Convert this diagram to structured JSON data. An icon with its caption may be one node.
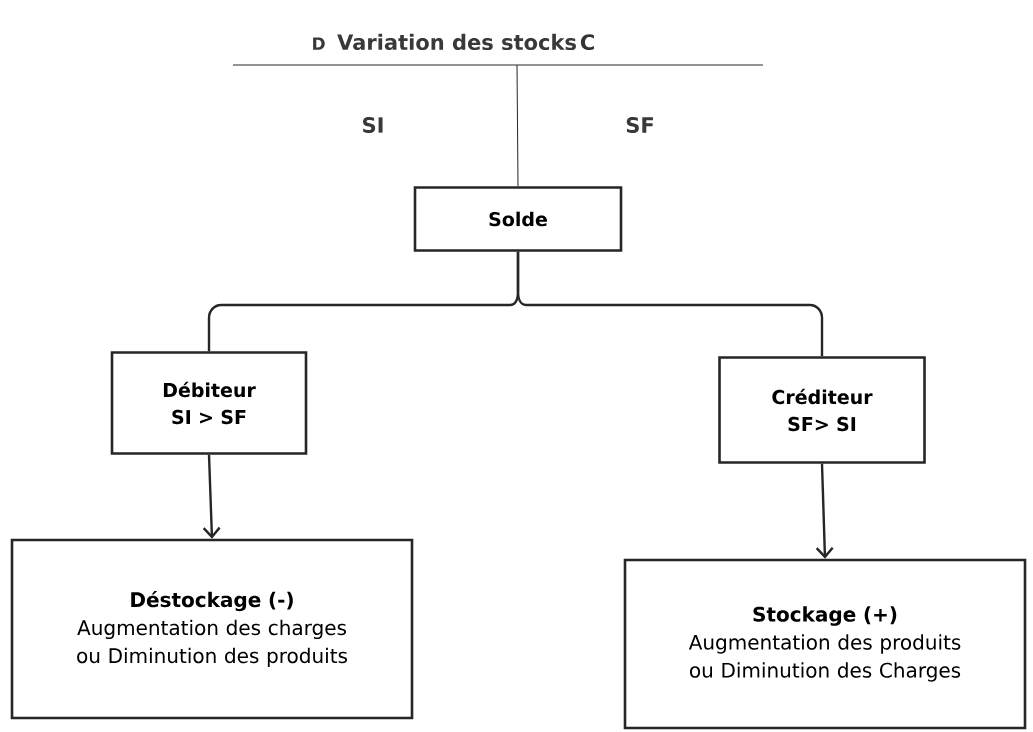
{
  "diagram": {
    "title": "Variation des stocks",
    "nodes": [
      {
        "text": [
          "Solde"
        ]
      },
      {
        "text": [
          "Débiteur",
          "SI > SF"
        ]
      },
      {
        "text": [
          "Créditeur",
          "SF> SI"
        ]
      },
      {
        "text": [
          "Déstockage (-)",
          "Augmentation des charges ou Diminution des produits"
        ]
      },
      {
        "text": [
          "Stockage (+)",
          "Augmentation des produits ou Diminution des Charges"
        ]
      }
    ],
    "edges": [
      {
        "from": null,
        "to": 0,
        "arrow": "none"
      },
      {
        "from": 0,
        "to": 1,
        "arrow": "none"
      },
      {
        "from": 0,
        "to": 2,
        "arrow": "none"
      },
      {
        "from": 1,
        "to": 3,
        "arrow": "to"
      },
      {
        "from": 2,
        "to": 4,
        "arrow": "to"
      }
    ],
    "labels": [
      "D",
      "C",
      "SI",
      "SF"
    ]
  }
}
